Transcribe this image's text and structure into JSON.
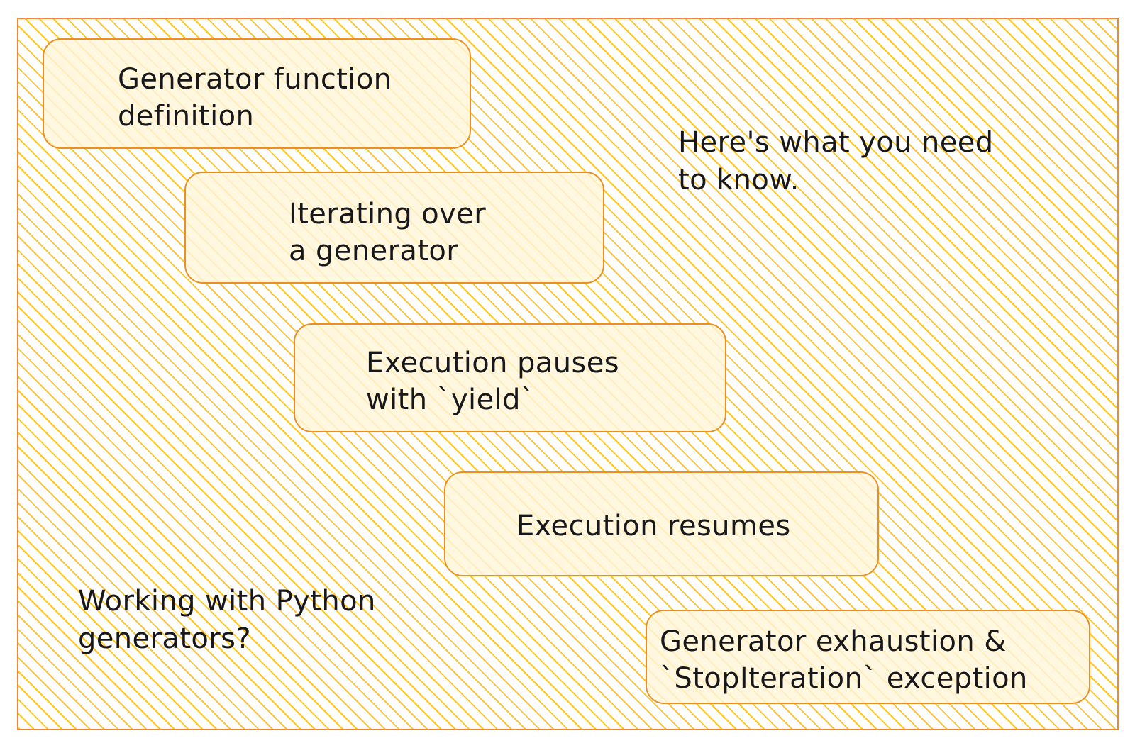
{
  "canvas": {
    "border_color": "#f0883c",
    "hatch_color": "#ffc528",
    "box_border_color": "#ec8f1f",
    "box_fill_color": "#fff1c4",
    "text_color": "#18181b"
  },
  "notes": [
    {
      "id": "here-is-what",
      "text": "Here's what you need\nto know."
    },
    {
      "id": "working-with-python",
      "text": "Working with Python\ngenerators?"
    }
  ],
  "boxes": [
    {
      "id": "generator-definition",
      "text": "Generator function\ndefinition"
    },
    {
      "id": "iterating-generator",
      "text": "Iterating over\na generator"
    },
    {
      "id": "execution-pauses",
      "text": "Execution pauses\nwith `yield`"
    },
    {
      "id": "execution-resumes",
      "text": "Execution resumes"
    },
    {
      "id": "generator-exhaustion",
      "text": "Generator exhaustion &\n`StopIteration` exception"
    }
  ]
}
